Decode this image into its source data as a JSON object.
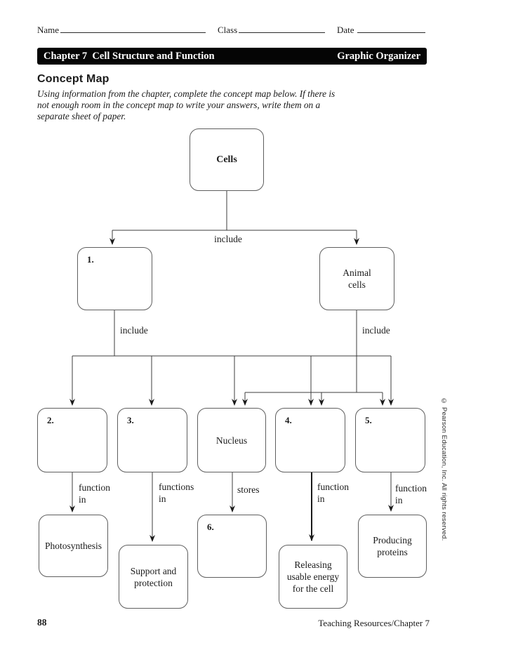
{
  "header": {
    "name_label": "Name",
    "class_label": "Class",
    "date_label": "Date",
    "banner_left": "Chapter 7  Cell Structure and Function",
    "banner_right": "Graphic Organizer"
  },
  "intro": {
    "heading": "Concept Map",
    "line1": "Using information from the chapter, complete the concept map below. If there is",
    "line2": "not enough room in the concept map to write your answers, write them on a",
    "line3": "separate sheet of paper."
  },
  "map": {
    "root": "Cells",
    "edge_root": "include",
    "edge_plant": "include",
    "edge_animal": "include",
    "plant_number": "1.",
    "animal": "Animal\ncells",
    "organelle_2": "2.",
    "organelle_3": "3.",
    "nucleus": "Nucleus",
    "organelle_4": "4.",
    "organelle_5": "5.",
    "edge_2": "function\nin",
    "edge_3": "functions\nin",
    "edge_nucleus": "stores",
    "edge_4": "function\nin",
    "edge_5": "function\nin",
    "photosynthesis": "Photosynthesis",
    "support": "Support and\nprotection",
    "box6_number": "6.",
    "energy": "Releasing\nusable energy\nfor the cell",
    "proteins": "Producing\nproteins"
  },
  "sidebar": {
    "copyright": "© Pearson Education, Inc. All rights reserved."
  },
  "footer": {
    "page_number": "88",
    "right_text": "Teaching Resources/Chapter 7"
  },
  "colors": {
    "ink": "#1a1a1a",
    "line": "#3c3c3c",
    "box_border": "#5f5f5f",
    "banner_bg": "#050505",
    "banner_fg": "#ffffff",
    "page_bg": "#ffffff"
  }
}
